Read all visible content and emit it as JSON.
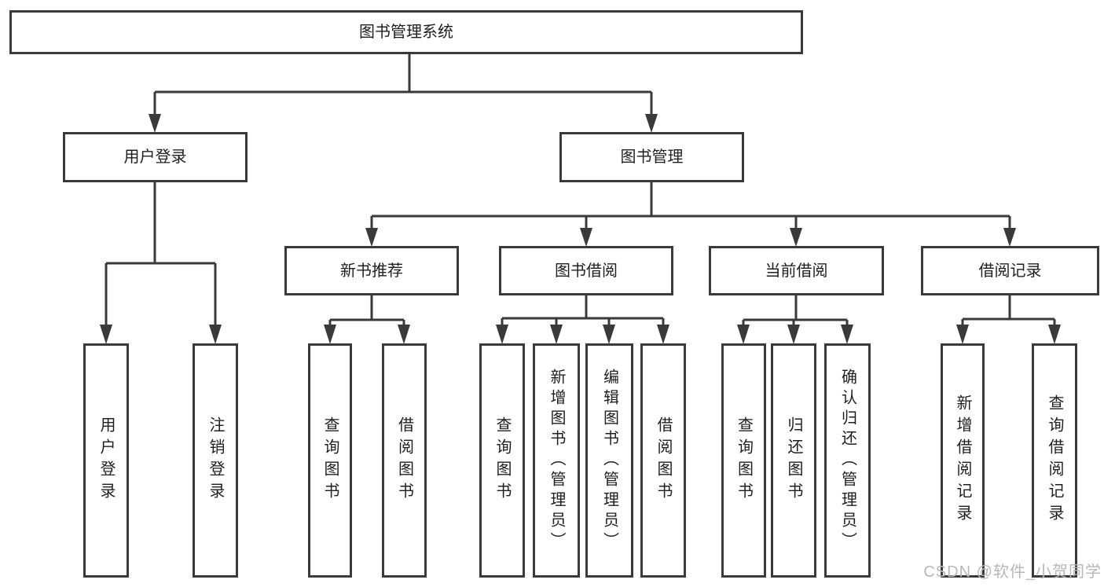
{
  "diagram": {
    "root": {
      "label": "图书管理系统"
    },
    "branches": {
      "user_login": {
        "label": "用户登录",
        "children": {
          "login": {
            "label": "用户登录"
          },
          "logout": {
            "label": "注销登录"
          }
        }
      },
      "book_management": {
        "label": "图书管理",
        "sections": {
          "new_book_recommend": {
            "label": "新书推荐",
            "children": {
              "query_books": {
                "label": "查询图书"
              },
              "borrow_books": {
                "label": "借阅图书"
              }
            }
          },
          "book_borrowing": {
            "label": "图书借阅",
            "children": {
              "query_books": {
                "label": "查询图书"
              },
              "add_books": {
                "label": "新增图书（管理员）"
              },
              "edit_books": {
                "label": "编辑图书（管理员）"
              },
              "borrow_books": {
                "label": "借阅图书"
              }
            }
          },
          "current_borrowing": {
            "label": "当前借阅",
            "children": {
              "query_books": {
                "label": "查询图书"
              },
              "return_books": {
                "label": "归还图书"
              },
              "confirm_return": {
                "label": "确认归还（管理员）"
              }
            }
          },
          "borrowing_records": {
            "label": "借阅记录",
            "children": {
              "add_record": {
                "label": "新增借阅记录"
              },
              "query_record": {
                "label": "查询借阅记录"
              }
            }
          }
        }
      }
    }
  },
  "watermark": "CSDN @软件_小贺同学",
  "colors": {
    "line": "#3a3a3a",
    "text": "#1f1f1f",
    "watermark": "#b8b8b8",
    "background": "#ffffff"
  }
}
